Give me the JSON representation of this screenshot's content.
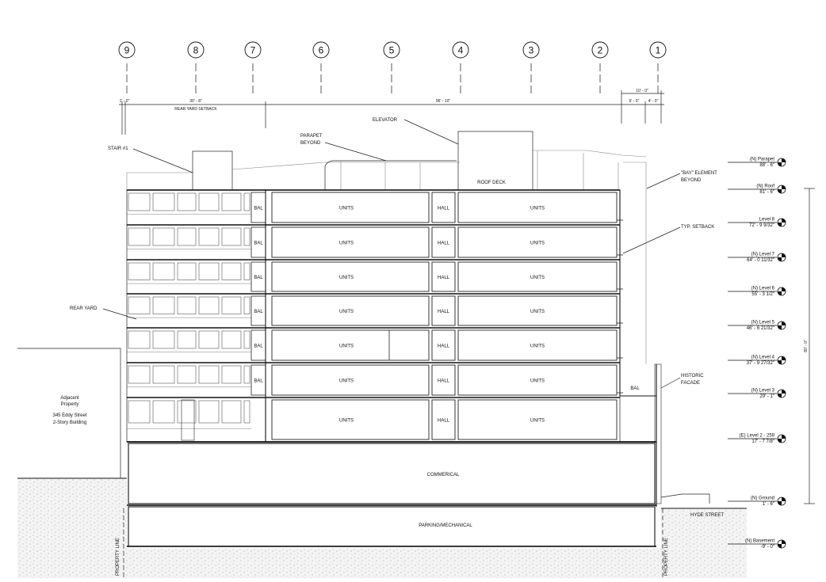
{
  "grid_lines": [
    "9",
    "8",
    "7",
    "6",
    "5",
    "4",
    "3",
    "2",
    "1"
  ],
  "dimensions": {
    "left_small": "1' - 0\"",
    "rear_yard": "30' - 8\"",
    "rear_yard_label": "REAR YARD SETBACK",
    "main_span": "96' - 10\"",
    "right_top": "10' - 0\"",
    "right_a": "6' - 0\"",
    "right_b": "4' - 0\"",
    "overall_height": "80' - 0\""
  },
  "callouts": {
    "stair": "STAIR #1",
    "parapet_line1": "PARAPET",
    "parapet_line2": "BEYOND",
    "elevator": "ELEVATOR",
    "roof_deck": "ROOF DECK",
    "bay_line1": "\"BAY\" ELEMENT",
    "bay_line2": "BEYOND",
    "setback": "TYP. SETBACK",
    "rear_yard": "REAR YARD",
    "historic_line1": "HISTORIC",
    "historic_line2": "FACADE",
    "hyde_street": "HYDE STREET",
    "property_line": "PROPERTY LINE"
  },
  "adjacent": {
    "line1": "Adjacent",
    "line2": "Property",
    "line3": "345 Eddy Street",
    "line4": "2-Story Building"
  },
  "floor_rooms": {
    "bal": "BAL",
    "units": "UNITS",
    "hall": "HALL",
    "commercial": "COMMERICAL",
    "parking": "PARKING/MECHANICAL"
  },
  "levels": [
    {
      "name": "(N) Parapet",
      "elev": "88' - 6\""
    },
    {
      "name": "(N) Roof",
      "elev": "81' - 6\""
    },
    {
      "name": "Level 8",
      "elev": "72' - 9 9/32\""
    },
    {
      "name": "(N) Level 7",
      "elev": "64' - 0 11/32\""
    },
    {
      "name": "(N) Level 6",
      "elev": "55' - 3 1/2\""
    },
    {
      "name": "(N) Level 5",
      "elev": "46' - 6 21/32\""
    },
    {
      "name": "(N) Level 4",
      "elev": "37' - 9 27/32\""
    },
    {
      "name": "(N) Level 3",
      "elev": "29' - 1\""
    },
    {
      "name": "(E) Level 2 - 259",
      "elev": "17' - 7 7/8\""
    },
    {
      "name": "(N) Ground",
      "elev": "1' - 6\""
    },
    {
      "name": "(N) Basement",
      "elev": "-9' - 0\""
    }
  ]
}
